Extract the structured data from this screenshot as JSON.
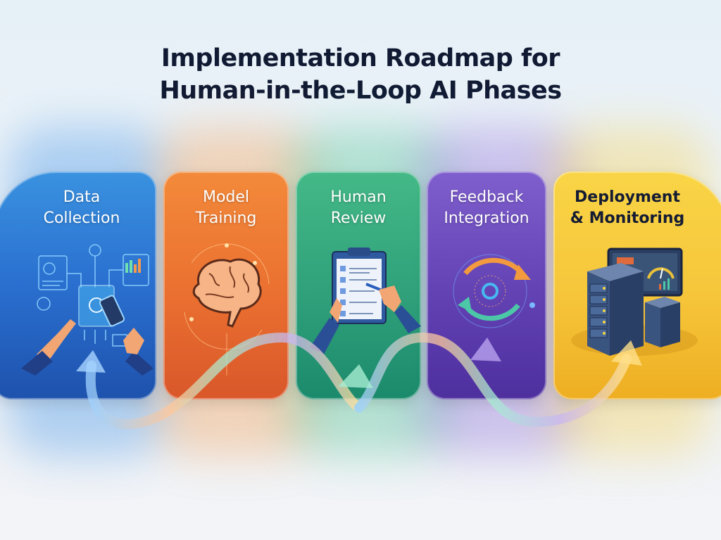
{
  "title": {
    "line1": "Implementation Roadmap for",
    "line2": "Human-in-the-Loop AI Phases"
  },
  "phases": [
    {
      "line1": "Data",
      "line2": "Collection",
      "color": "#2f7fd6",
      "color_dark": "#1e55b0",
      "icon": "data-collection-icon"
    },
    {
      "line1": "Model",
      "line2": "Training",
      "color": "#f08436",
      "color_dark": "#d9572a",
      "icon": "brain-icon"
    },
    {
      "line1": "Human",
      "line2": "Review",
      "color": "#3fb382",
      "color_dark": "#1b8a6c",
      "icon": "clipboard-review-icon"
    },
    {
      "line1": "Feedback",
      "line2": "Integration",
      "color": "#7c5cc9",
      "color_dark": "#4e2f9e",
      "icon": "feedback-cycle-icon"
    },
    {
      "line1": "Deployment",
      "line2": "& Monitoring",
      "color": "#f6cc3e",
      "color_dark": "#eeae22",
      "icon": "server-monitor-icon"
    }
  ],
  "colors": {
    "title": "#101a33",
    "background": "#eaf1f7"
  }
}
